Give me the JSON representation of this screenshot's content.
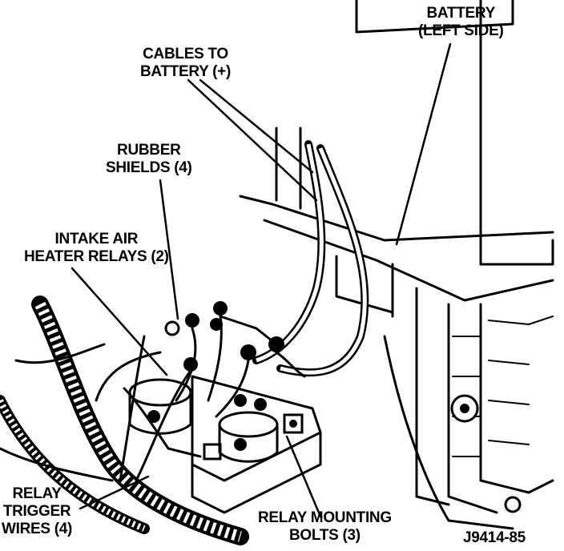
{
  "figure_id": "J9414-85",
  "labels": {
    "battery": [
      "BATTERY",
      "(LEFT SIDE)"
    ],
    "cables": [
      "CABLES TO",
      "BATTERY (+)"
    ],
    "shields": [
      "RUBBER",
      "SHIELDS (4)"
    ],
    "relays": [
      "INTAKE AIR",
      "HEATER RELAYS (2)"
    ],
    "trigger": [
      "RELAY",
      "TRIGGER",
      "WIRES (4)"
    ],
    "bolts": [
      "RELAY MOUNTING",
      "BOLTS (3)"
    ]
  },
  "colors": {
    "ink": "#000000",
    "paper": "#ffffff"
  }
}
